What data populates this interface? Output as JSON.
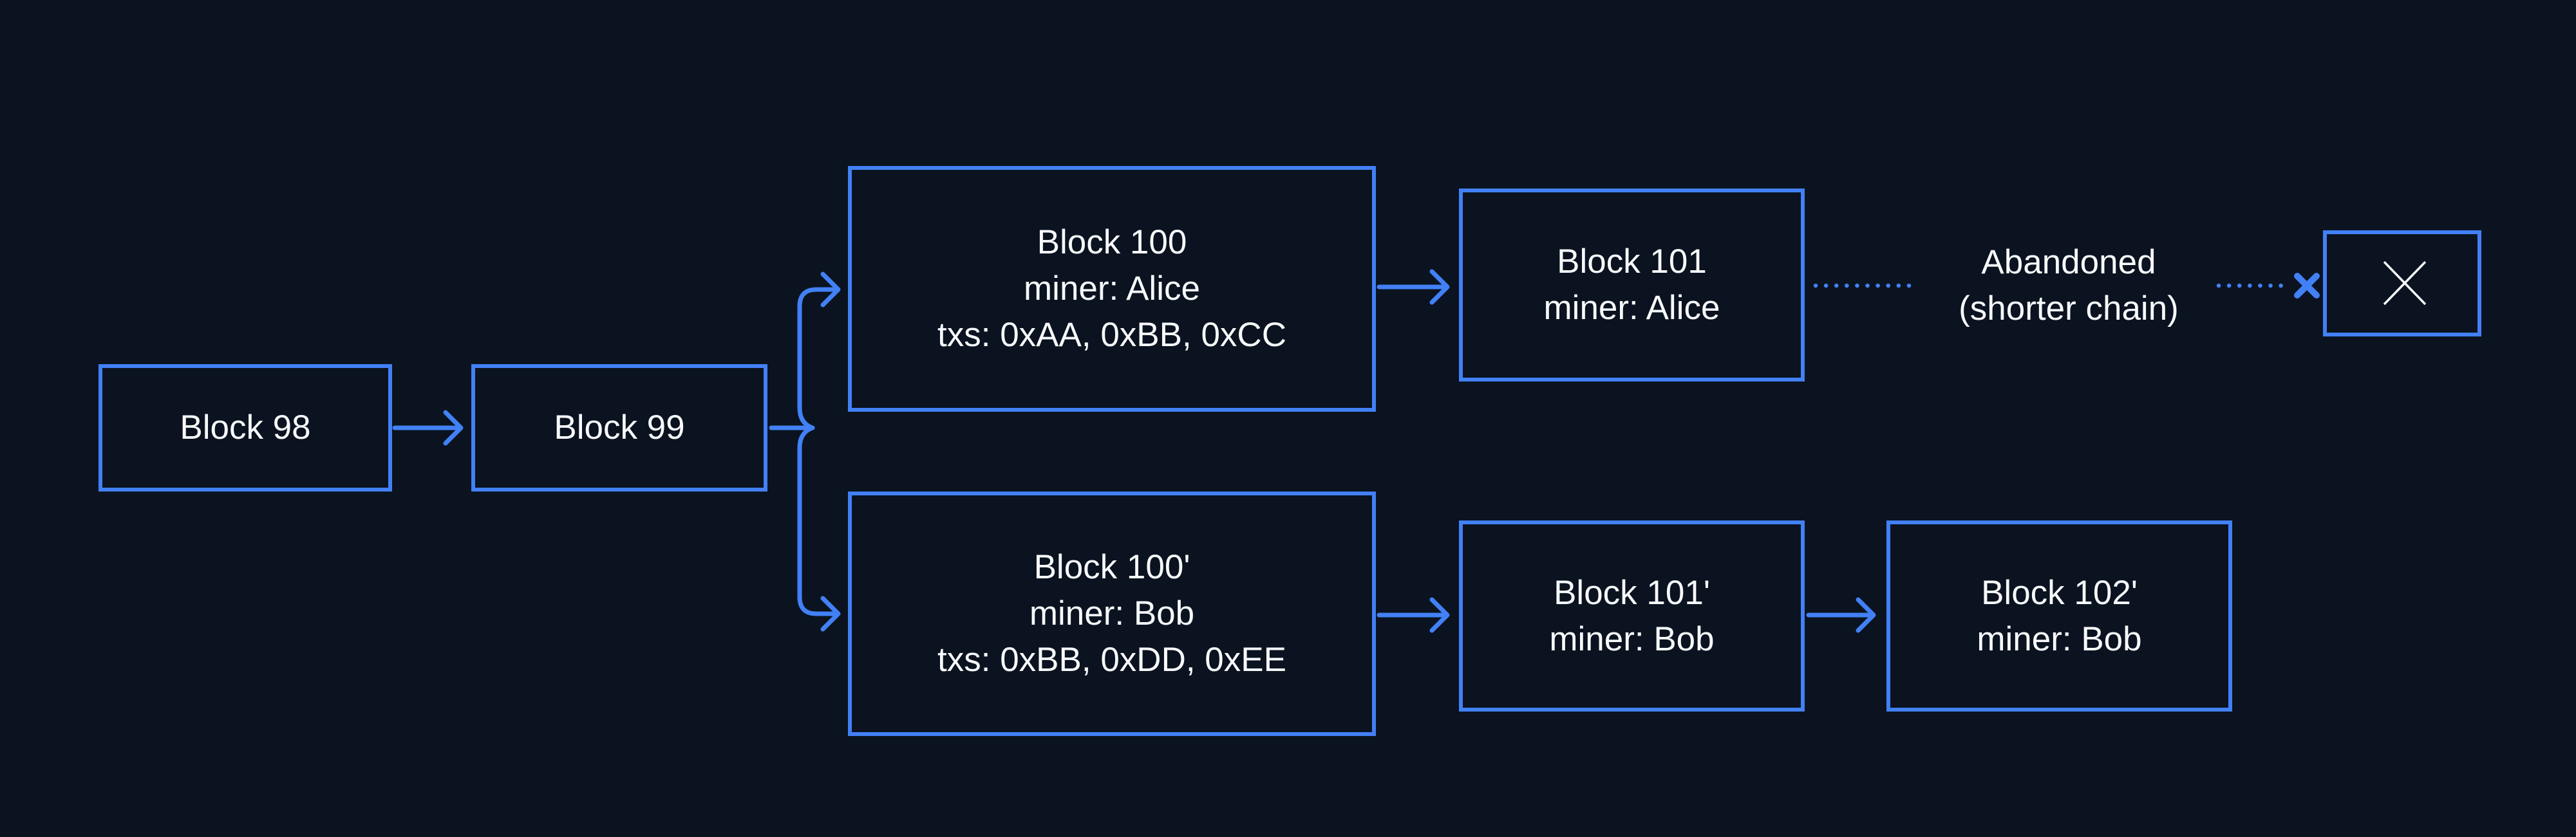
{
  "diagram": {
    "colors": {
      "background": "#0a131f",
      "accent": "#4280f5",
      "text": "#f7f9fc"
    },
    "blocks": [
      {
        "id": "block-98",
        "lines": [
          "Block 98"
        ]
      },
      {
        "id": "block-99",
        "lines": [
          "Block 99"
        ]
      },
      {
        "id": "block-100",
        "lines": [
          "Block 100",
          "miner: Alice",
          "txs: 0xAA, 0xBB, 0xCC"
        ]
      },
      {
        "id": "block-101",
        "lines": [
          "Block 101",
          "miner: Alice"
        ]
      },
      {
        "id": "block-100-prime",
        "lines": [
          "Block 100'",
          "miner: Bob",
          "txs: 0xBB, 0xDD, 0xEE"
        ]
      },
      {
        "id": "block-101-prime",
        "lines": [
          "Block 101'",
          "miner: Bob"
        ]
      },
      {
        "id": "block-102-prime",
        "lines": [
          "Block 102'",
          "miner: Bob"
        ]
      }
    ],
    "abandoned_note": {
      "line1": "Abandoned",
      "line2": "(shorter chain)"
    }
  }
}
